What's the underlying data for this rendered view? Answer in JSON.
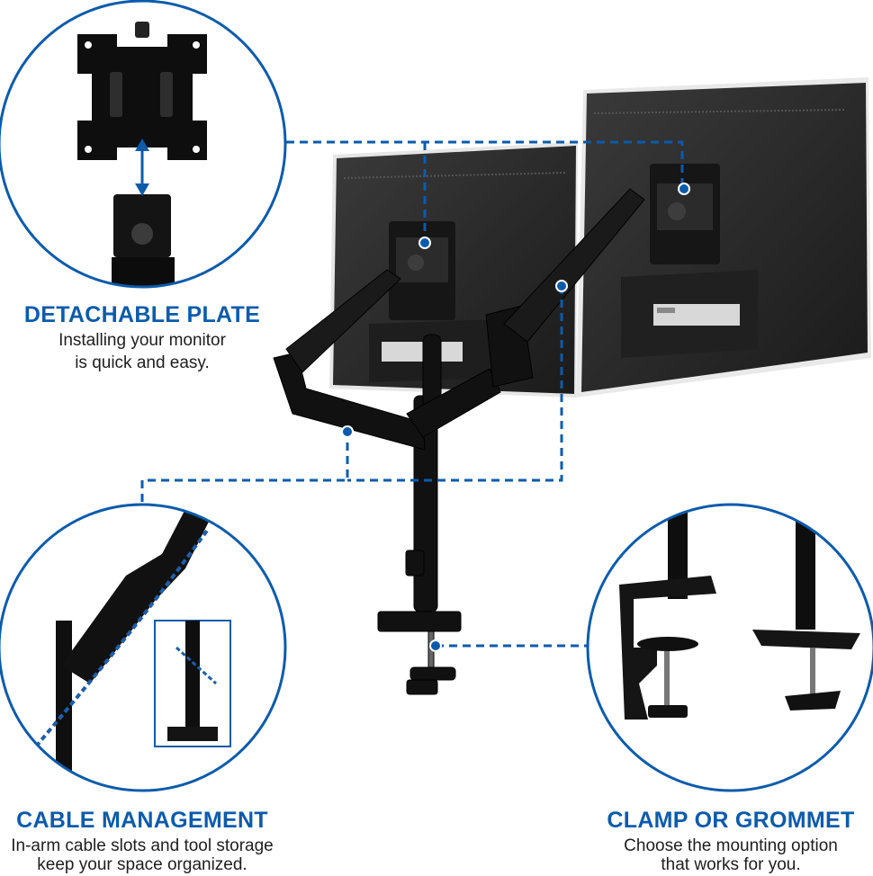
{
  "colors": {
    "accent": "#0b5bab",
    "text": "#1e1e1e",
    "metal": "#111111"
  },
  "features": [
    {
      "id": "detachable-plate",
      "title": "DETACHABLE PLATE",
      "lines": [
        "Installing your monitor",
        "is quick and easy."
      ]
    },
    {
      "id": "cable-management",
      "title": "CABLE MANAGEMENT",
      "lines": [
        "In-arm cable slots and tool storage",
        "keep your space organized."
      ]
    },
    {
      "id": "clamp-grommet",
      "title": "CLAMP OR GROMMET",
      "lines": [
        "Choose the mounting option",
        "that works for you."
      ]
    }
  ]
}
